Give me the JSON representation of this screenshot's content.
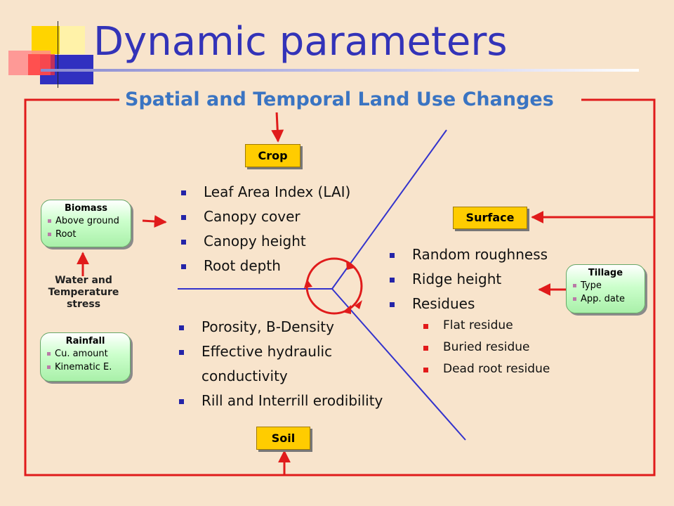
{
  "title": "Dynamic parameters",
  "subtitle": "Spatial and Temporal Land Use Changes",
  "labels": {
    "crop": "Crop",
    "surface": "Surface",
    "soil": "Soil"
  },
  "crop_params": [
    "Leaf Area Index (LAI)",
    "Canopy cover",
    "Canopy height",
    "Root depth"
  ],
  "soil_params": [
    "Porosity, B-Density",
    "Effective hydraulic",
    "conductivity",
    "Rill and Interrill erodibility"
  ],
  "surface_params": [
    "Random roughness",
    "Ridge height",
    "Residues"
  ],
  "residue_types": [
    "Flat residue",
    "Buried residue",
    "Dead root residue"
  ],
  "biomass": {
    "title": "Biomass",
    "items": [
      "Above ground",
      "Root"
    ]
  },
  "rainfall": {
    "title": "Rainfall",
    "items": [
      "Cu. amount",
      "Kinematic E."
    ]
  },
  "tillage": {
    "title": "Tillage",
    "items": [
      "Type",
      "App. date"
    ]
  },
  "stress_label": [
    "Water and",
    "Temperature",
    "stress"
  ],
  "colors": {
    "title": "#3333b8",
    "subtitle": "#3a74c2",
    "frame": "#e01b1b",
    "lines": "#3333cc",
    "label_box": "#ffcc00",
    "input_box": "#ccffcc"
  }
}
